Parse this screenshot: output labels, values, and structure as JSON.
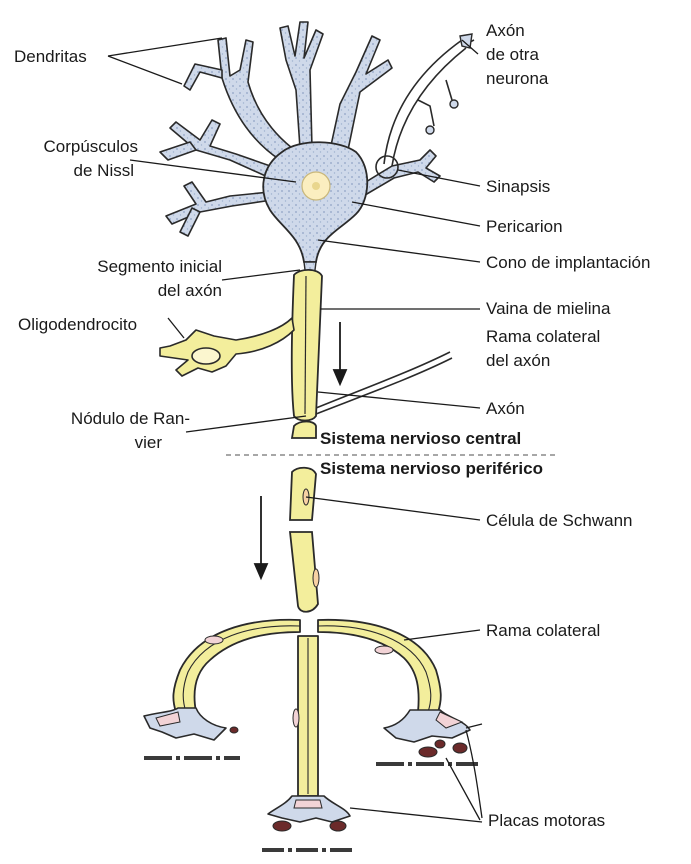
{
  "labels": {
    "dendritas": "Dendritas",
    "axon_otra_1": "Axón",
    "axon_otra_2": "de otra",
    "axon_otra_3": "neurona",
    "corpusculos_1": "Corpúsculos",
    "corpusculos_2": "de Nissl",
    "sinapsis": "Sinapsis",
    "pericarion": "Pericarion",
    "segmento_1": "Segmento inicial",
    "segmento_2": "del axón",
    "cono": "Cono de implantación",
    "oligodendrocito": "Oligodendrocito",
    "vaina": "Vaina de mielina",
    "rama_colateral_axon_1": "Rama colateral",
    "rama_colateral_axon_2": "del axón",
    "axon": "Axón",
    "nodulo_1": "Nódulo de Ran-",
    "nodulo_2": "vier",
    "sistema_central": "Sistema nervioso central",
    "sistema_periferico": "Sistema nervioso periférico",
    "celula_schwann": "Célula de Schwann",
    "rama_colateral": "Rama colateral",
    "placas": "Placas motoras"
  },
  "colors": {
    "soma": "#cfd9ea",
    "myelin": "#f3ee9c",
    "outline": "#2a2a2a",
    "nucleus": "#fbeec0",
    "motor_plate": "#f2d3d6",
    "muscle_spots": "#6b2a2a"
  }
}
